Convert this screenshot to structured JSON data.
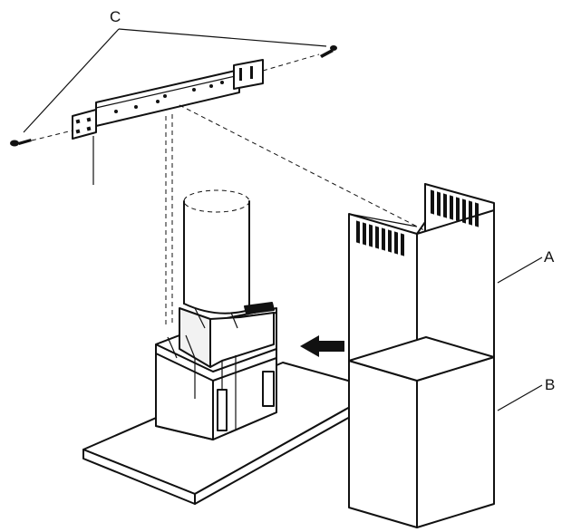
{
  "labels": {
    "a": "A",
    "b": "B",
    "c": "C"
  },
  "colors": {
    "line": "#111111",
    "background": "#ffffff"
  }
}
